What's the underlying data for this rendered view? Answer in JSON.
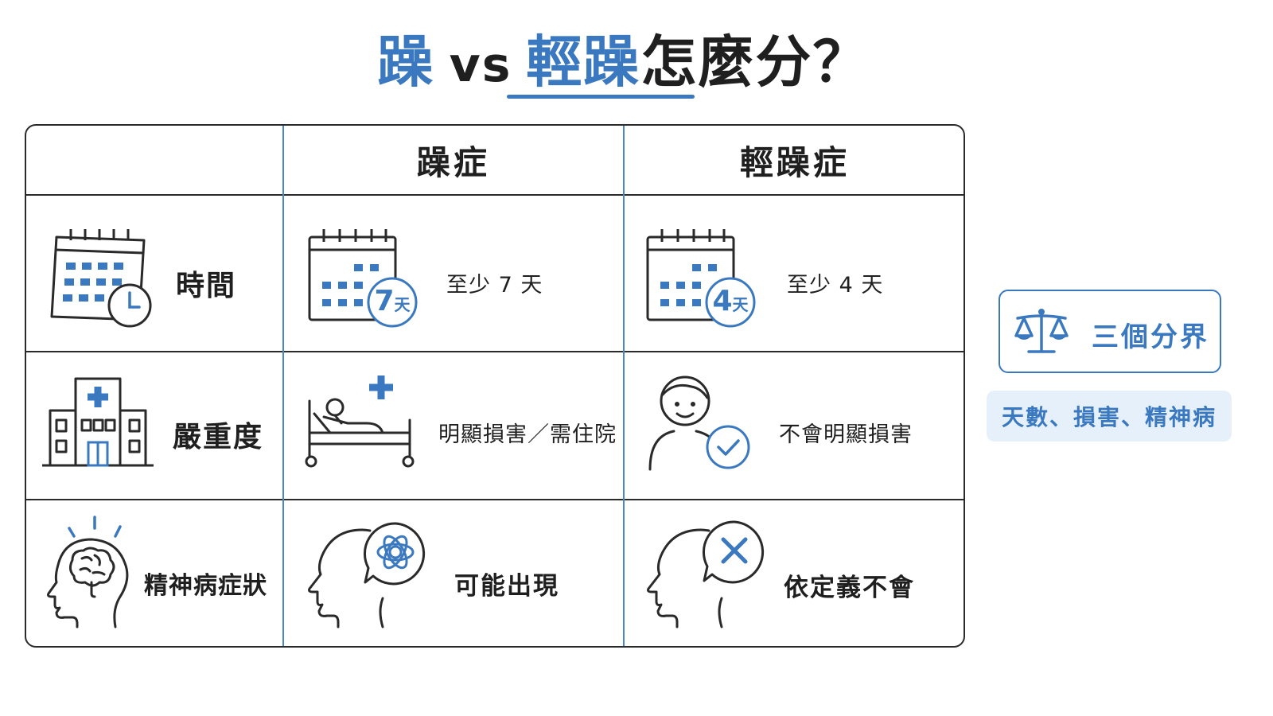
{
  "title": {
    "part1": "躁",
    "vs": "vs",
    "part2": "輕躁",
    "part3": "怎麼分？"
  },
  "table": {
    "columns": [
      "",
      "躁症",
      "輕躁症"
    ],
    "rows": [
      {
        "label": "時間",
        "icon": "calendar-clock-icon",
        "mania": {
          "text": "至少 7 天",
          "badge_num": "7",
          "badge_unit": "天",
          "icon": "calendar-icon"
        },
        "hypomania": {
          "text": "至少 4 天",
          "badge_num": "4",
          "badge_unit": "天",
          "icon": "calendar-icon"
        }
      },
      {
        "label": "嚴重度",
        "icon": "hospital-icon",
        "mania": {
          "text": "明顯損害／需住院",
          "icon": "patient-bed-icon"
        },
        "hypomania": {
          "text": "不會明顯損害",
          "icon": "person-check-icon"
        }
      },
      {
        "label": "精神病症狀",
        "icon": "brain-head-icon",
        "mania": {
          "text": "可能出現",
          "icon": "head-swirl-bubble-icon"
        },
        "hypomania": {
          "text": "依定義不會",
          "icon": "head-x-bubble-icon"
        }
      }
    ]
  },
  "side": {
    "box_label": "三個分界",
    "box_icon": "scale-icon",
    "note": "天數、損害、精神病"
  },
  "colors": {
    "accent": "#3a78c0",
    "text": "#1f1f1f",
    "border": "#2a2a2a",
    "note_bg": "#e6f0fa"
  }
}
